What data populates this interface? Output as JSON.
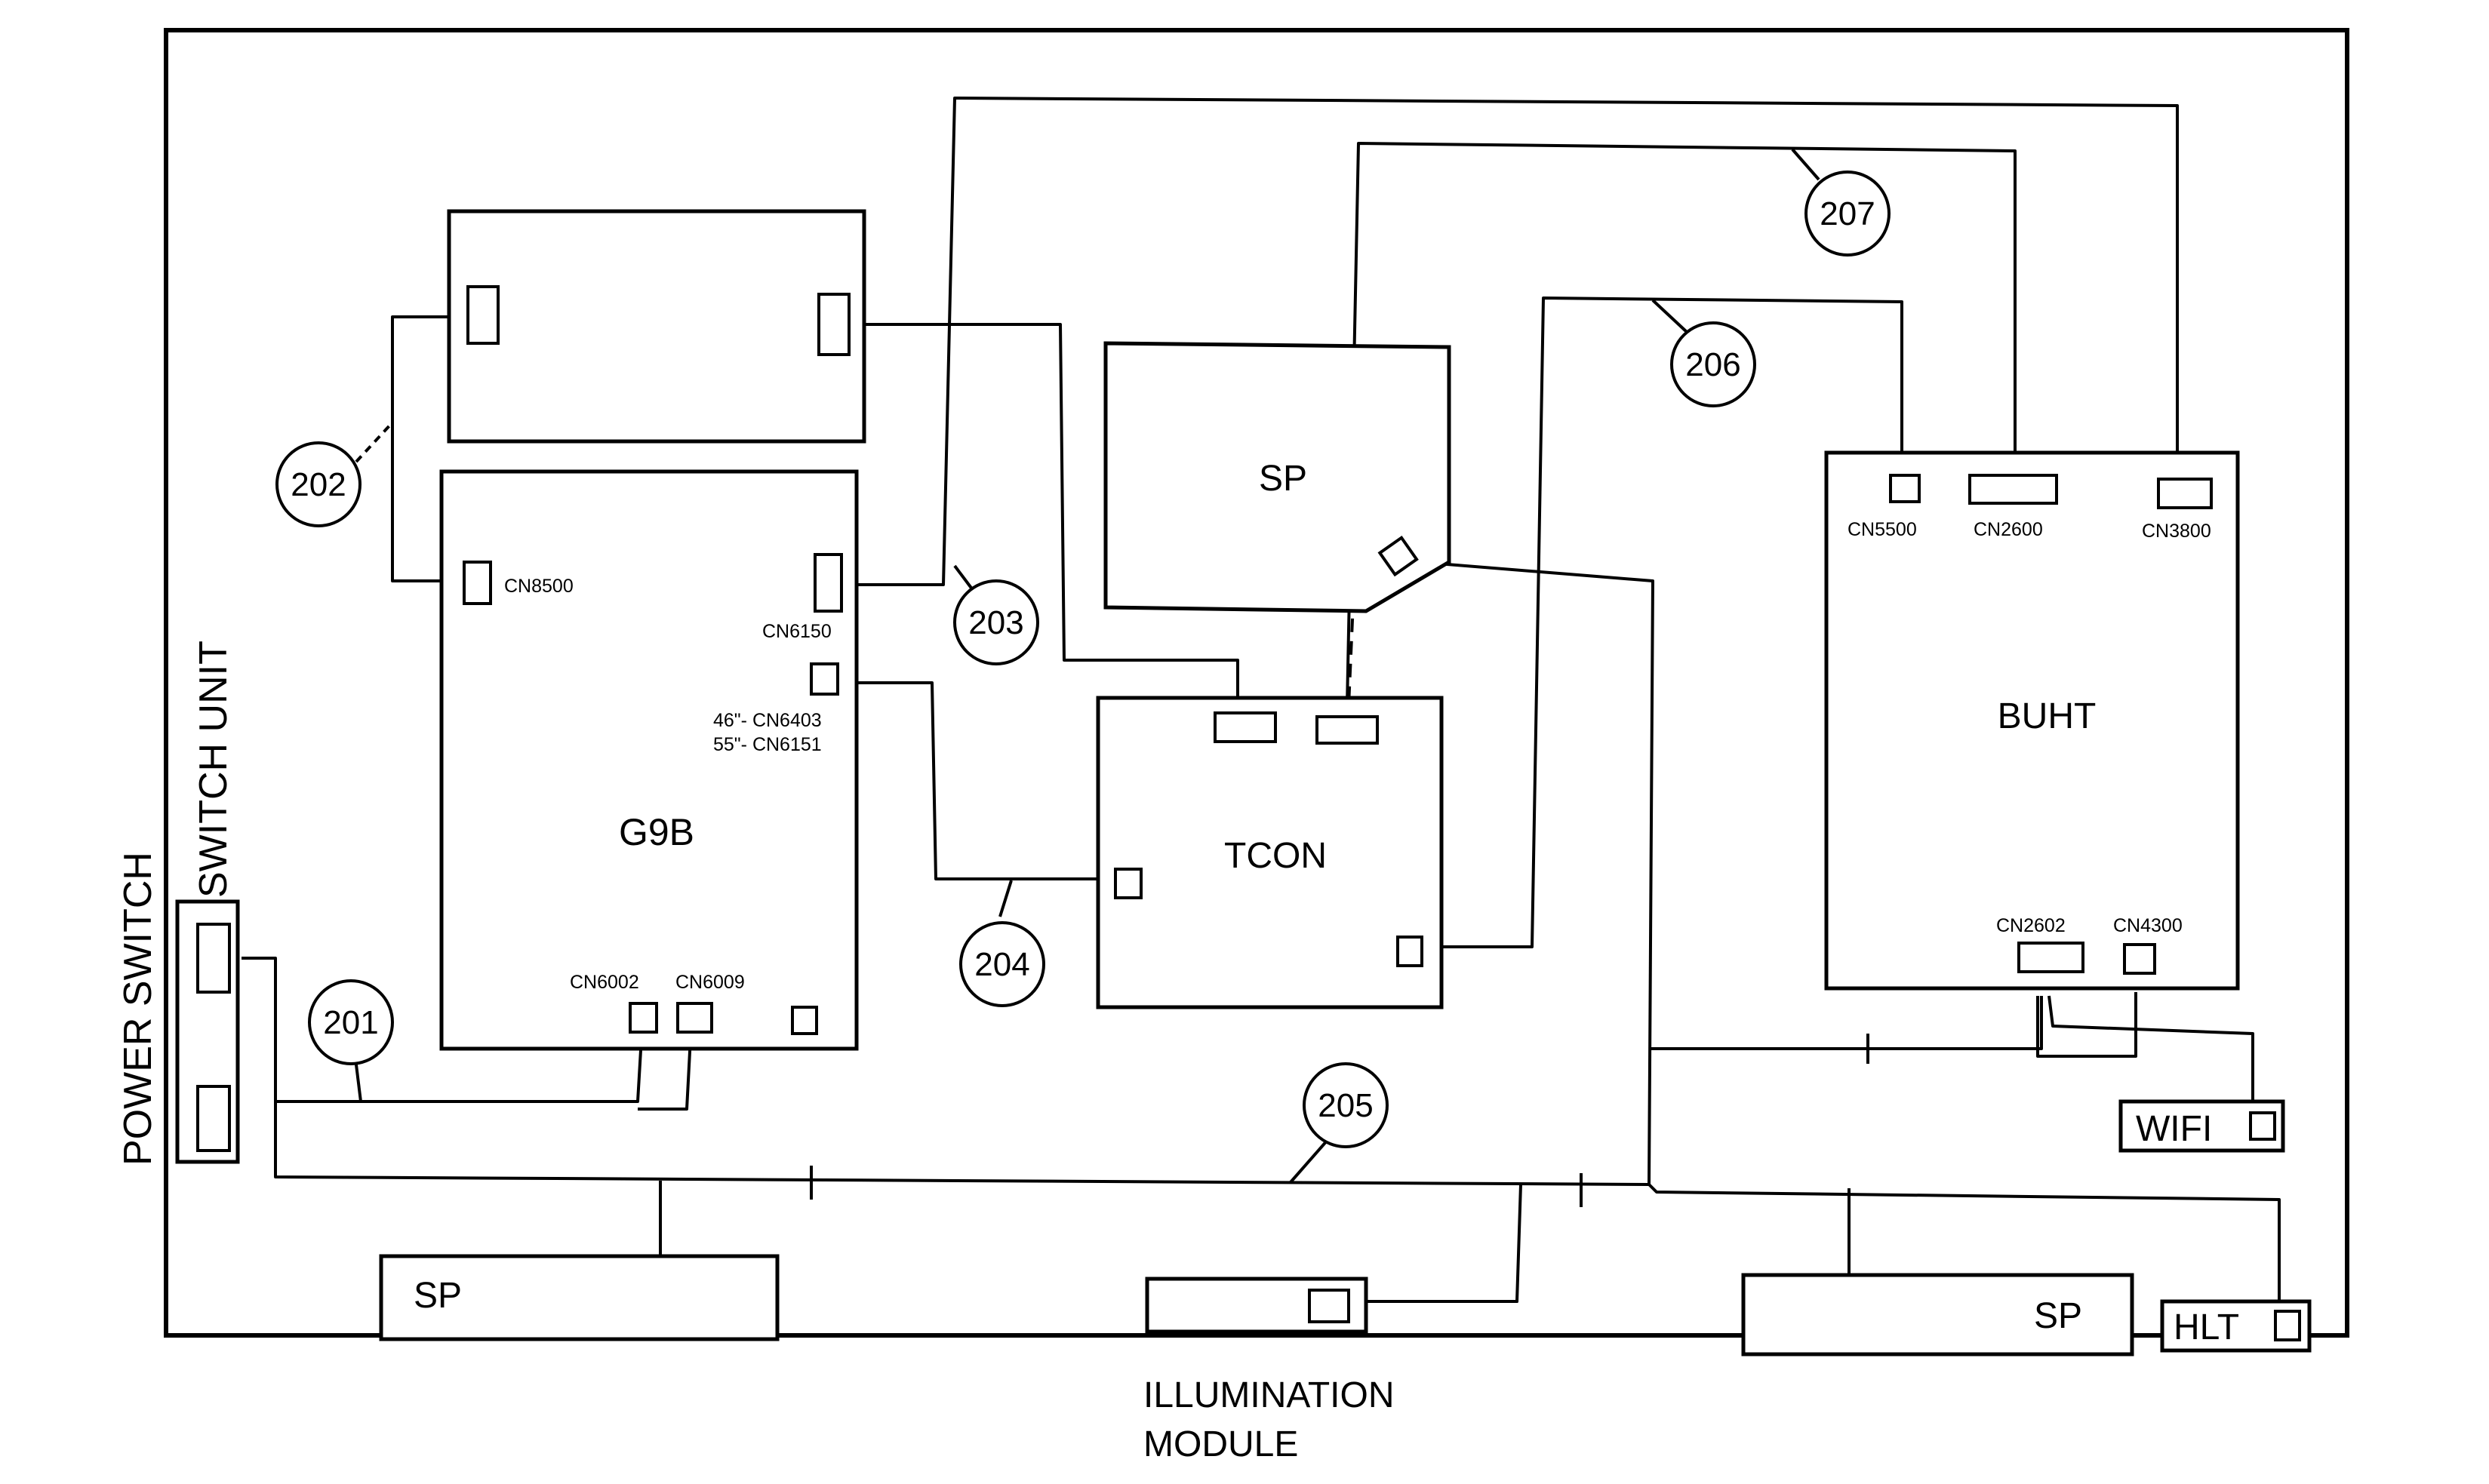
{
  "modules": {
    "g9b": "G9B",
    "tcon": "TCON",
    "buht": "BUHT",
    "sp_center": "SP",
    "sp_bottom_left": "SP",
    "sp_bottom_right": "SP",
    "wifi": "WIFI",
    "hlt": "HLT",
    "illumination_line1": "ILLUMINATION",
    "illumination_line2": "MODULE",
    "switch_unit": "SWITCH UNIT",
    "power_switch": "POWER SWITCH"
  },
  "connectors": {
    "cn8500": "CN8500",
    "cn6150": "CN6150",
    "cn6403": "46\"- CN6403",
    "cn6151": "55\"- CN6151",
    "cn6002": "CN6002",
    "cn6009": "CN6009",
    "cn5500": "CN5500",
    "cn2600": "CN2600",
    "cn3800": "CN3800",
    "cn2602": "CN2602",
    "cn4300": "CN4300"
  },
  "callouts": {
    "c201": "201",
    "c202": "202",
    "c203": "203",
    "c204": "204",
    "c205": "205",
    "c206": "206",
    "c207": "207"
  }
}
